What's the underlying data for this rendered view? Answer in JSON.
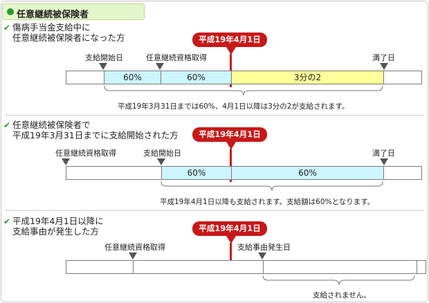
{
  "header": {
    "title": "任意継続被保険者"
  },
  "section1": {
    "title_line1": "傷病手当金支給中に",
    "title_line2": "任意継続被保険者になった方",
    "date_badge": "平成19年4月1日",
    "labels": {
      "start": "支給開始日",
      "acquire": "任意継続資格取得",
      "end": "満了日"
    },
    "segments": [
      "60%",
      "60%",
      "3分の2"
    ],
    "note": "平成19年3月31日までは60%、4月1日以降は3分の2が支給されます。"
  },
  "section2": {
    "title_line1": "任意継続被保険者で",
    "title_line2": "平成19年3月31日までに支給開始された方",
    "date_badge": "平成19年4月1日",
    "labels": {
      "acquire": "任意継続資格取得",
      "start": "支給開始日",
      "end": "満了日"
    },
    "segments": [
      "60%",
      "60%"
    ],
    "note": "平成19年4月1日以降も支給されます。支給額は60%となります。"
  },
  "section3": {
    "title_line1": "平成19年4月1日以降に",
    "title_line2": "支給事由が発生した方",
    "date_badge": "平成19年4月1日",
    "labels": {
      "acquire": "任意継続資格取得",
      "cause": "支給事由発生日"
    },
    "note": "支給されません。"
  },
  "colors": {
    "accent_red": "#c81818",
    "cyan": "#ccf5ff",
    "yellow": "#ffff99",
    "header_bg": "#e4f7cc",
    "check_green": "#2a9a2a"
  }
}
